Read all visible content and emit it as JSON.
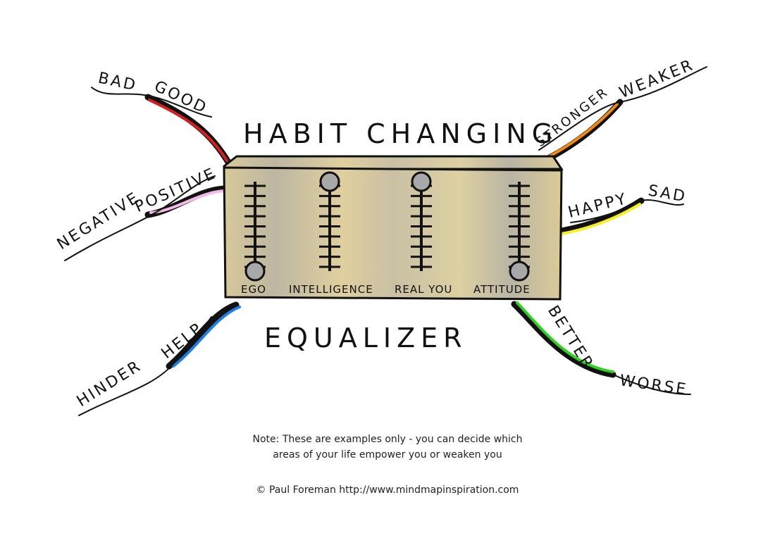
{
  "title_top": "HABIT CHANGING",
  "title_bottom": "EQUALIZER",
  "sliders": [
    {
      "label": "EGO",
      "level": 0
    },
    {
      "label": "INTELLIGENCE",
      "level": 1
    },
    {
      "label": "REAL YOU",
      "level": 1
    },
    {
      "label": "ATTITUDE",
      "level": 0
    }
  ],
  "branches": [
    {
      "words": [
        "BAD",
        "GOOD"
      ],
      "color": "#d42020"
    },
    {
      "words": [
        "NEGATIVE",
        "POSITIVE"
      ],
      "color": "#f4b8e8"
    },
    {
      "words": [
        "HINDER",
        "HELP"
      ],
      "color": "#1f7ee0"
    },
    {
      "words": [
        "STRONGER",
        "WEAKER"
      ],
      "color": "#f08a10"
    },
    {
      "words": [
        "HAPPY",
        "SAD"
      ],
      "color": "#f8ee20"
    },
    {
      "words": [
        "BETTER",
        "WORSE"
      ],
      "color": "#30d020"
    }
  ],
  "note_line1": "Note: These are examples only - you can decide which",
  "note_line2": "areas of your life empower you or weaken you",
  "credit": "© Paul Foreman http://www.mindmapinspiration.com"
}
